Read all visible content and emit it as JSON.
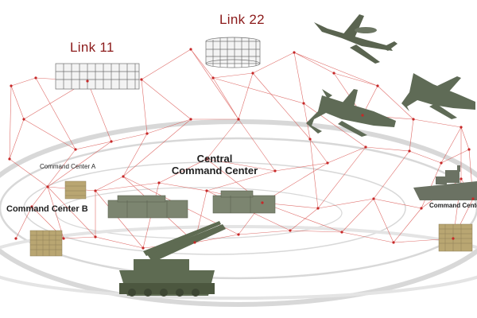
{
  "labels": {
    "link_11": "Link 11",
    "link_22": "Link 22",
    "central_line1": "Central",
    "central_line2": "Command Center",
    "command_center_a": "Command Center A",
    "command_center_b": "Command Center B",
    "command_center_c": "Command Center"
  },
  "colors": {
    "network_line": "#d9534f",
    "node": "#c62828",
    "military_green": "#5e6b52",
    "building": "#b9a672",
    "label_link": "#8b1a1a",
    "orbit": "#d4d4d4"
  },
  "icons": [
    "link-11-antenna-icon",
    "link-22-antenna-icon",
    "awacs-aircraft-icon",
    "fighter-jet-icon",
    "warship-icon",
    "missile-launcher-icon",
    "tank-icon",
    "building-icon"
  ]
}
